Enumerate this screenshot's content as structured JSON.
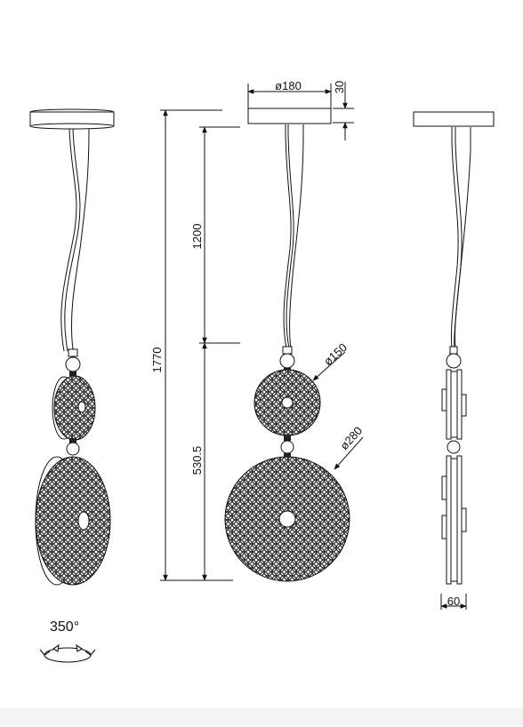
{
  "dimensions": {
    "canopy_diameter": "ø180",
    "canopy_height": "30",
    "cable_length": "1200",
    "total_height": "1770",
    "body_height": "530.5",
    "small_disc_diameter": "ø150",
    "large_disc_diameter": "ø280",
    "depth": "60"
  },
  "rotation": {
    "label": "350°",
    "icon": "rotate-arrows-icon"
  },
  "views": [
    "perspective-view",
    "front-view",
    "side-view"
  ]
}
